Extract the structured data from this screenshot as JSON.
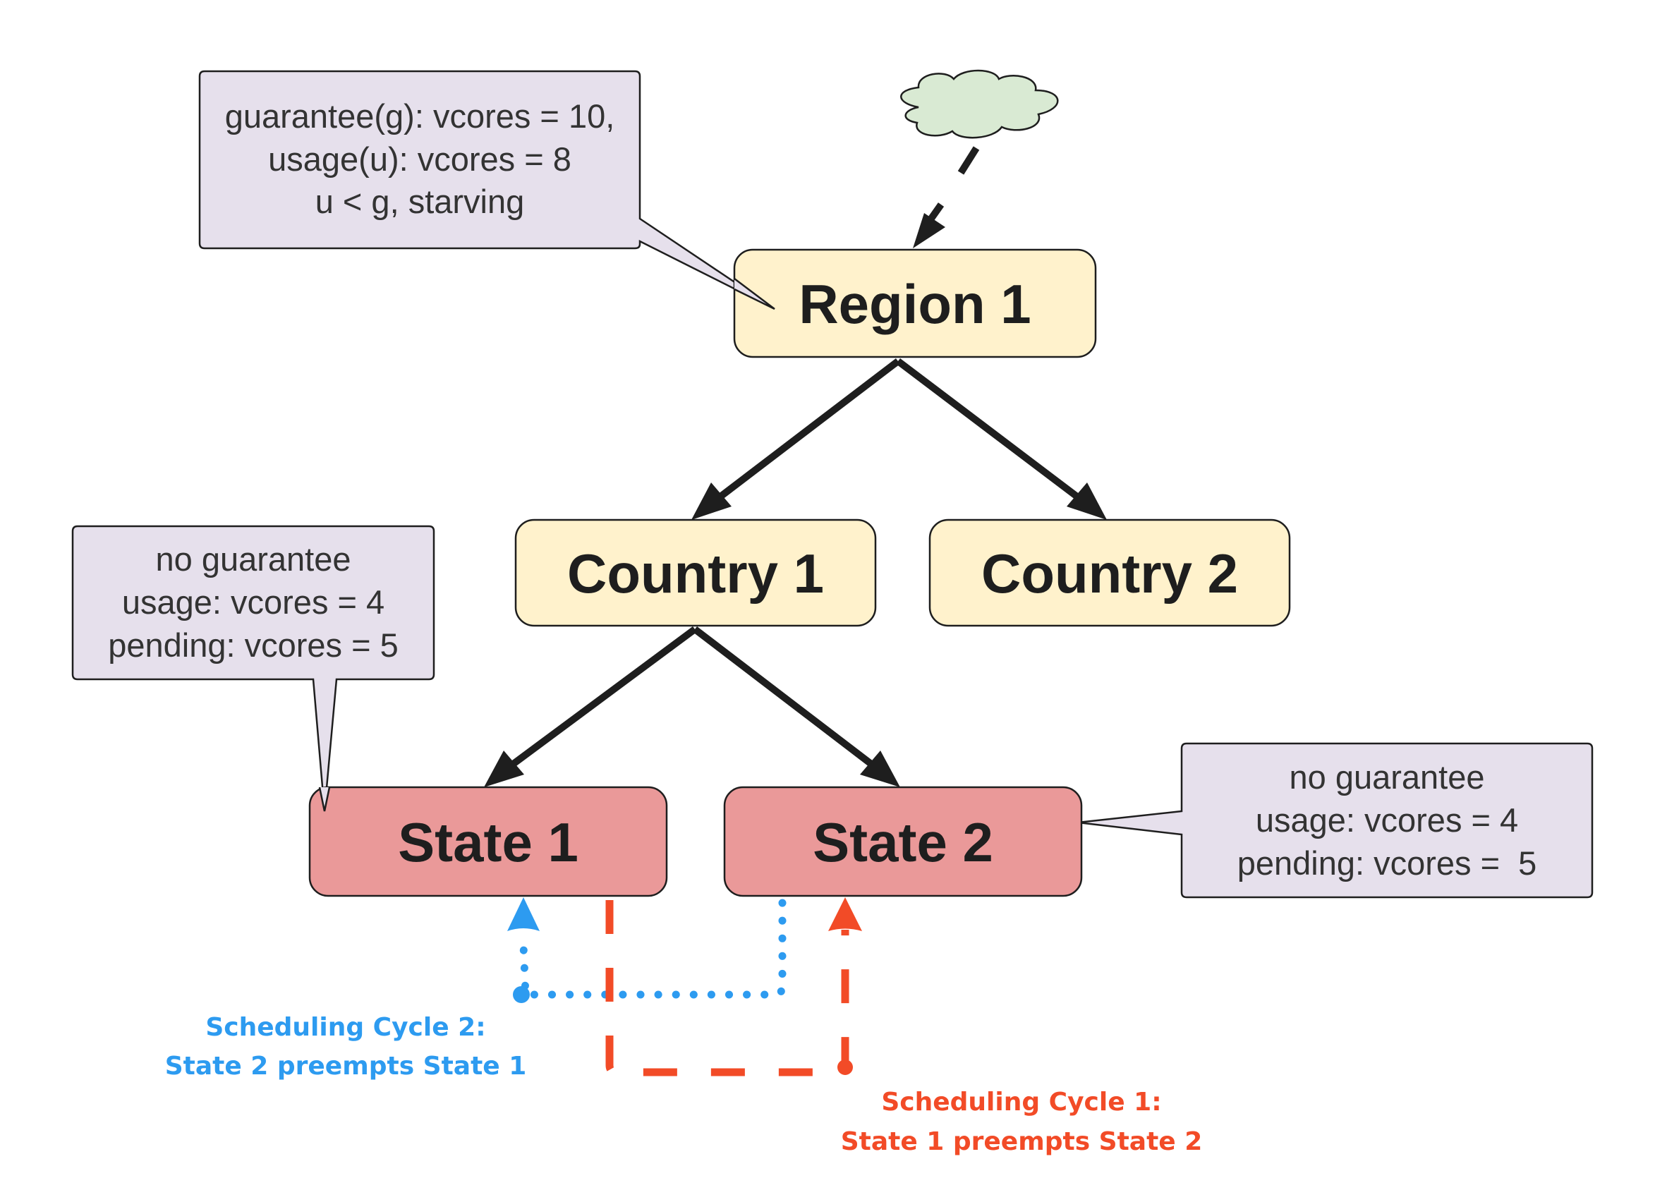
{
  "diagram": {
    "colors": {
      "node_fill_yellow": "#fff2cc",
      "node_fill_red": "#ea9999",
      "callout_fill": "#e6e0ec",
      "cloud_fill": "#d9ead3",
      "stroke": "#1e1e1e",
      "cycle1_color": "#f24b27",
      "cycle2_color": "#2d9bf0"
    },
    "nodes": {
      "region1": {
        "label": "Region 1"
      },
      "country1": {
        "label": "Country 1"
      },
      "country2": {
        "label": "Country 2"
      },
      "state1": {
        "label": "State 1"
      },
      "state2": {
        "label": "State 2"
      }
    },
    "callouts": {
      "region": {
        "lines": [
          "guarantee(g): vcores = 10,",
          "usage(u): vcores = 8",
          "u < g, starving"
        ]
      },
      "state1": {
        "lines": [
          "no guarantee",
          "usage: vcores = 4",
          "pending: vcores = 5"
        ]
      },
      "state2": {
        "lines": [
          "no guarantee",
          "usage: vcores = 4",
          "pending: vcores =  5"
        ]
      }
    },
    "cycles": {
      "cycle2": {
        "lines": [
          "Scheduling Cycle 2:",
          "State 2 preempts State 1"
        ]
      },
      "cycle1": {
        "lines": [
          "Scheduling Cycle 1:",
          "State 1 preempts State 2"
        ]
      }
    },
    "edges": [
      {
        "from": "cloud",
        "to": "region1",
        "style": "dashed"
      },
      {
        "from": "region1",
        "to": "country1",
        "style": "solid"
      },
      {
        "from": "region1",
        "to": "country2",
        "style": "solid"
      },
      {
        "from": "country1",
        "to": "state1",
        "style": "solid"
      },
      {
        "from": "country1",
        "to": "state2",
        "style": "solid"
      },
      {
        "from": "state1",
        "to": "state2",
        "style": "dashed",
        "cycle": "cycle1"
      },
      {
        "from": "state2",
        "to": "state1",
        "style": "dotted",
        "cycle": "cycle2"
      }
    ]
  }
}
